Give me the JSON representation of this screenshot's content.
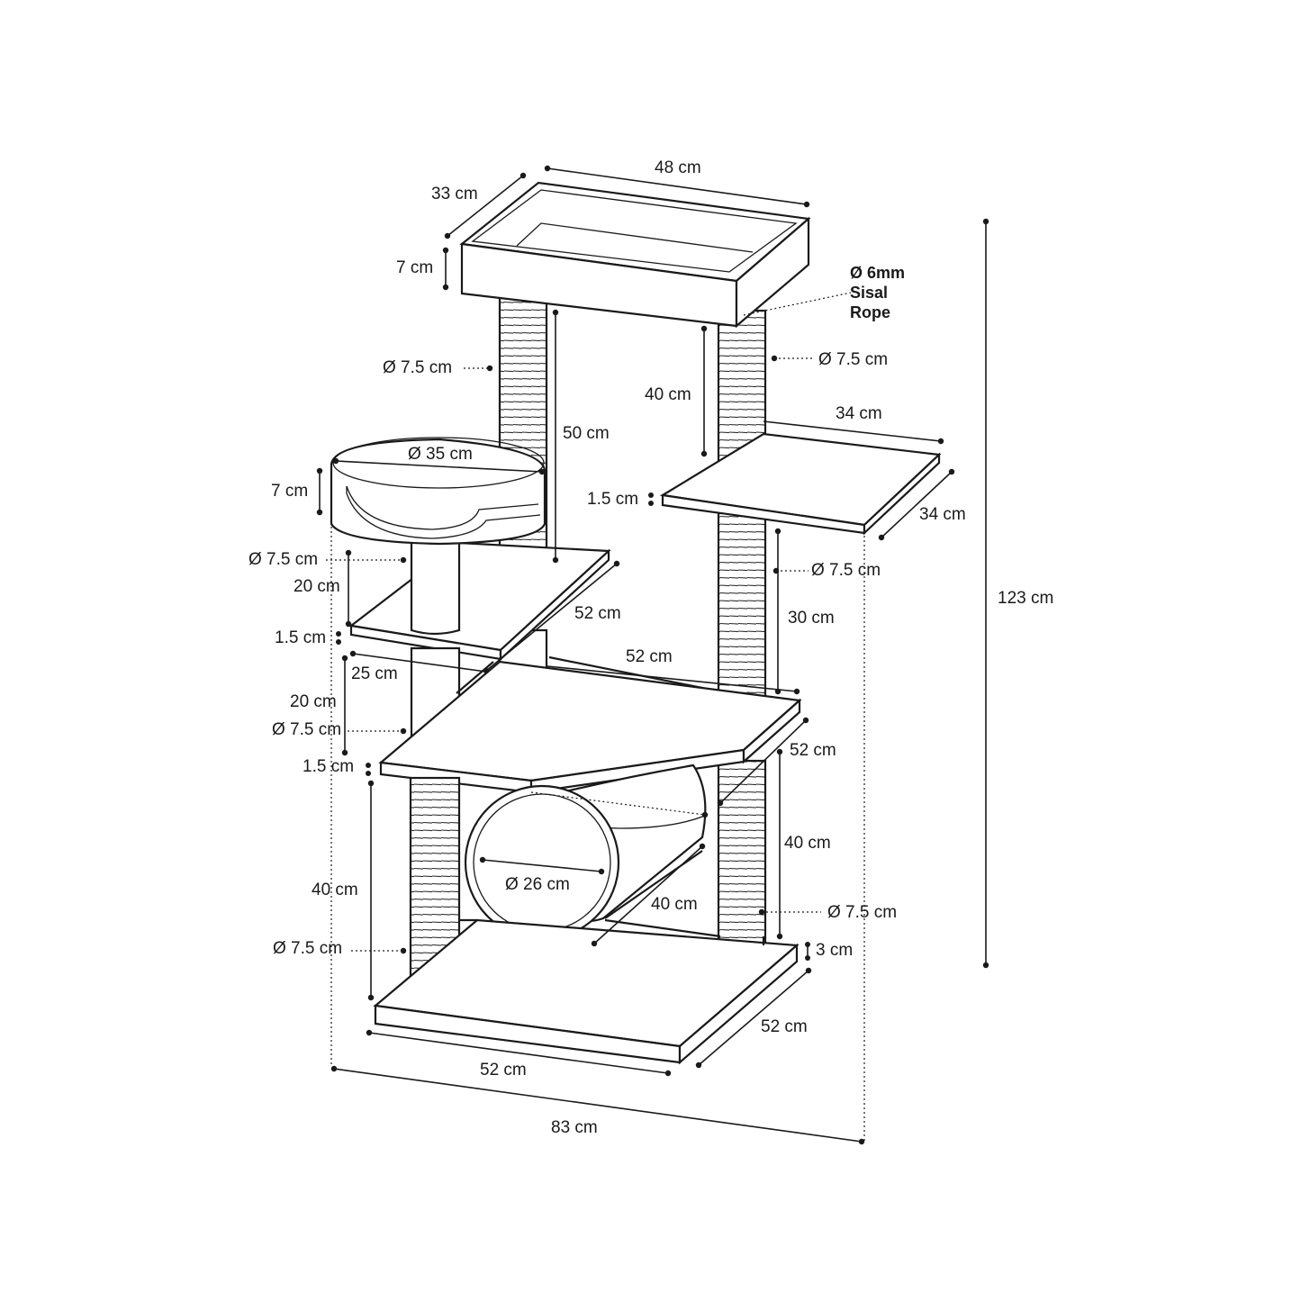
{
  "labels": {
    "top_width": "48 cm",
    "top_depth": "33 cm",
    "top_height": "7 cm",
    "rope_diameter": "Ø 6mm",
    "rope_name_1": "Sisal",
    "rope_name_2": "Rope",
    "post_top_left_dia": "Ø 7.5 cm",
    "post_top_right_dia": "Ø 7.5 cm",
    "post_top_left_len": "50 cm",
    "post_top_right_len": "40 cm",
    "right_shelf_width": "34 cm",
    "right_shelf_depth": "34 cm",
    "right_shelf_thick": "1.5 cm",
    "bed_diameter": "Ø 35 cm",
    "bed_height": "7 cm",
    "post_right_mid_dia": "Ø 7.5 cm",
    "post_right_mid_len": "30 cm",
    "bed_post_dia": "Ø 7.5 cm",
    "bed_post_len": "20 cm",
    "left_shelf_width": "52 cm",
    "left_shelf_depth": "25 cm",
    "left_shelf_thick": "1.5 cm",
    "mid_post_len": "20 cm",
    "mid_post_dia": "Ø 7.5 cm",
    "hex_shelf_width": "52 cm",
    "hex_shelf_depth": "52 cm",
    "hex_shelf_thick": "1.5 cm",
    "tunnel_diameter": "Ø 26 cm",
    "tunnel_length": "40 cm",
    "bottom_right_post_len": "40 cm",
    "bottom_right_post_dia": "Ø 7.5 cm",
    "bottom_left_post_len": "40 cm",
    "bottom_left_post_dia": "Ø 7.5 cm",
    "base_thick": "3 cm",
    "base_depth": "52 cm",
    "base_width": "52 cm",
    "overall_width": "83 cm",
    "overall_height": "123 cm"
  }
}
